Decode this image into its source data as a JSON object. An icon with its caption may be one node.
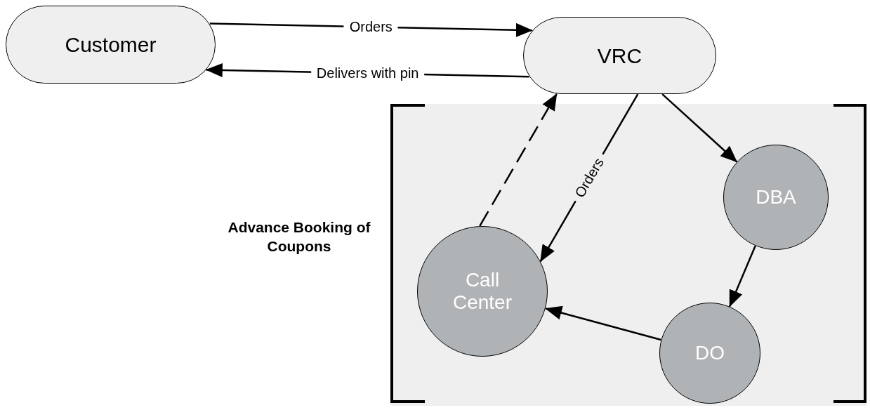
{
  "diagram": {
    "nodes": [
      {
        "text": [
          "Customer"
        ]
      },
      {
        "text": [
          "VRC"
        ]
      },
      {
        "text": [
          "Advance Booking of Coupons"
        ]
      },
      {
        "text": [
          "Call Center"
        ],
        "in": 2
      },
      {
        "text": [
          "DBA"
        ],
        "in": 2
      },
      {
        "text": [
          "DO"
        ],
        "in": 2
      }
    ],
    "edges": [
      {
        "from": 0,
        "to": 1,
        "arrow": "to",
        "label": "Orders"
      },
      {
        "from": 1,
        "to": 0,
        "arrow": "to",
        "label": "Delivers with pin"
      },
      {
        "from": 3,
        "to": 1,
        "arrow": "to",
        "style": "dashed"
      },
      {
        "from": 1,
        "to": 3,
        "arrow": "to",
        "label": "Orders"
      },
      {
        "from": 1,
        "to": 4,
        "arrow": "to"
      },
      {
        "from": 4,
        "to": 5,
        "arrow": "to"
      },
      {
        "from": 5,
        "to": 3,
        "arrow": "to"
      }
    ]
  }
}
